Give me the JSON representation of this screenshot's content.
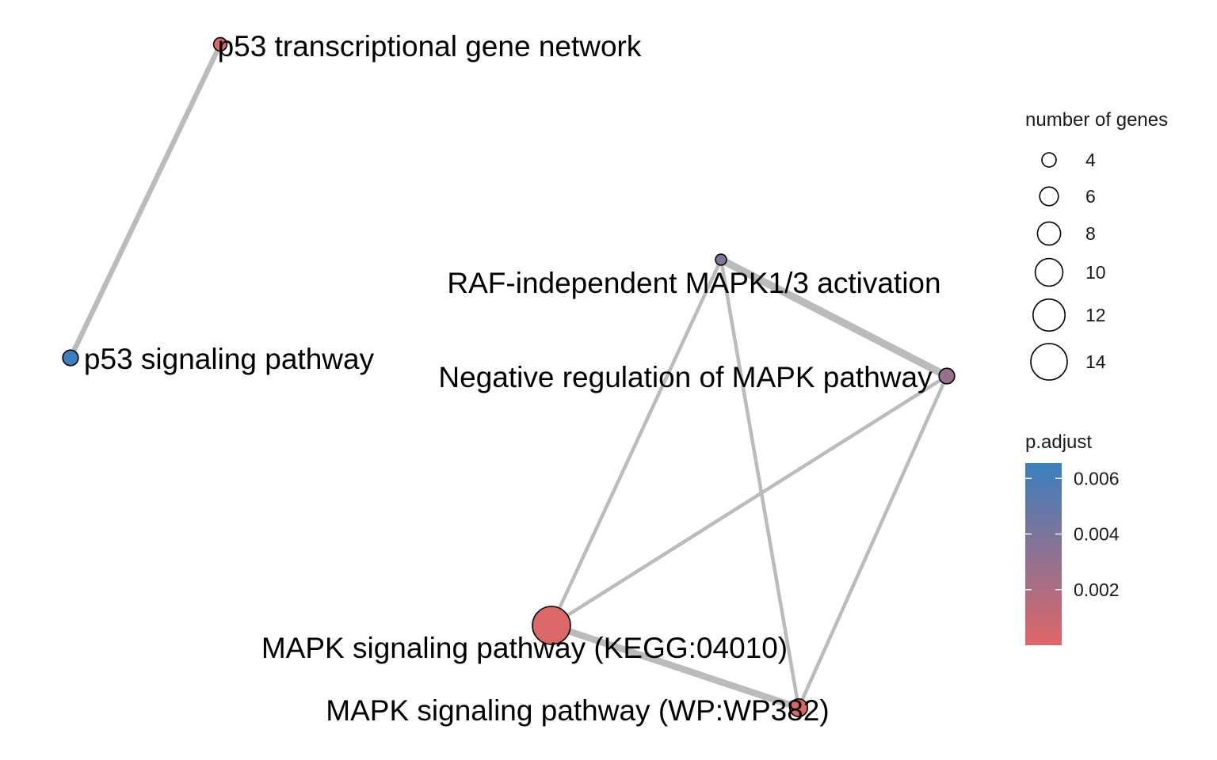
{
  "chart_data": {
    "type": "network",
    "nodes": [
      {
        "id": "p53_tgn",
        "label": "p53 transcriptional gene network",
        "genes": 4,
        "p_adjust": 0.0
      },
      {
        "id": "p53_sp",
        "label": "p53 signaling pathway",
        "genes": 5,
        "p_adjust": 0.0066
      },
      {
        "id": "raf_mapk",
        "label": "RAF-independent MAPK1/3 activation",
        "genes": 3,
        "p_adjust": 0.0036
      },
      {
        "id": "neg_mapk",
        "label": "Negative regulation of MAPK pathway",
        "genes": 5,
        "p_adjust": 0.003
      },
      {
        "id": "kegg_mapk",
        "label": "MAPK signaling pathway (KEGG:04010)",
        "genes": 15,
        "p_adjust": 0.0002
      },
      {
        "id": "wp_mapk",
        "label": "MAPK signaling pathway (WP:WP382)",
        "genes": 6,
        "p_adjust": 0.0001
      }
    ],
    "edges": [
      {
        "source": "p53_tgn",
        "target": "p53_sp",
        "weight": 0.45
      },
      {
        "source": "raf_mapk",
        "target": "neg_mapk",
        "weight": 0.75
      },
      {
        "source": "raf_mapk",
        "target": "kegg_mapk",
        "weight": 0.25
      },
      {
        "source": "raf_mapk",
        "target": "wp_mapk",
        "weight": 0.25
      },
      {
        "source": "neg_mapk",
        "target": "kegg_mapk",
        "weight": 0.25
      },
      {
        "source": "neg_mapk",
        "target": "wp_mapk",
        "weight": 0.25
      },
      {
        "source": "kegg_mapk",
        "target": "wp_mapk",
        "weight": 0.65
      }
    ],
    "size_legend": {
      "title": "number of genes",
      "values": [
        4,
        6,
        8,
        10,
        12,
        14
      ]
    },
    "color_legend": {
      "title": "p.adjust",
      "ticks": [
        0.006,
        0.004,
        0.002
      ],
      "tick_labels": [
        "0.006",
        "0.004",
        "0.002"
      ],
      "range": [
        0.0,
        0.0066
      ],
      "low_color": "#E06666",
      "high_color": "#3A7FBF"
    },
    "edge_color": "#BBBBBB",
    "node_stroke_color": "#000000"
  }
}
